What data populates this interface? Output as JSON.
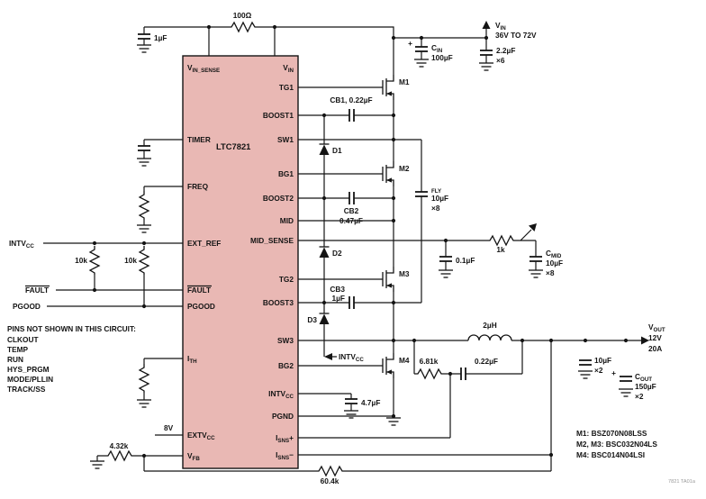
{
  "ic": {
    "name": "LTC7821",
    "left": {
      "vin_sense": {
        "m": "V",
        "s": "IN_SENSE"
      },
      "timer": "TIMER",
      "freq": "FREQ",
      "ext_ref": "EXT_REF",
      "fault": "FAULT",
      "pgood": "PGOOD",
      "ith": {
        "m": "I",
        "s": "TH"
      },
      "extvcc": {
        "m": "EXTV",
        "s": "CC"
      },
      "vfb": {
        "m": "V",
        "s": "FB"
      }
    },
    "right": {
      "vin": {
        "m": "V",
        "s": "IN"
      },
      "tg1": "TG1",
      "boost1": "BOOST1",
      "sw1": "SW1",
      "bg1": "BG1",
      "boost2": "BOOST2",
      "mid": "MID",
      "mid_sense": "MID_SENSE",
      "tg2": "TG2",
      "boost3": "BOOST3",
      "sw3": "SW3",
      "bg2": "BG2",
      "intvcc": {
        "m": "INTV",
        "s": "CC"
      },
      "pgnd": "PGND",
      "isns_p": {
        "m": "I",
        "s": "SNS",
        "t": "+"
      },
      "isns_n": {
        "m": "I",
        "s": "SNS",
        "t": "−"
      }
    }
  },
  "supplies": {
    "vin": {
      "m": "V",
      "s": "IN"
    },
    "vin_range": "36V TO 72V",
    "vout": {
      "m": "V",
      "s": "OUT"
    },
    "vout_volts": "12V",
    "vout_amps": "20A",
    "extvcc_volts": "8V",
    "intvcc_left": {
      "m": "INTV",
      "s": "CC"
    },
    "intvcc_flag": {
      "m": "INTV",
      "s": "CC"
    },
    "pgood": "PGOOD",
    "fault": "FAULT"
  },
  "parts": {
    "r_filter": "100Ω",
    "c_filter": "1µF",
    "cb1": "CB1, 0.22µF",
    "cb2": "CB2",
    "cb2_val": "0.47µF",
    "cb3": "CB3",
    "cb3_val": "1µF",
    "d1": "D1",
    "d2": "D2",
    "d3": "D3",
    "m1": "M1",
    "m2": "M2",
    "m3": "M3",
    "m4": "M4",
    "cin": {
      "m": "C",
      "s": "IN"
    },
    "cin_val": "100µF",
    "cin_plus": "+",
    "cbulk_val": "2.2µF",
    "cbulk_mult": "×6",
    "cfly": {
      "m": "C",
      "s": "FLY"
    },
    "cfly_val": "10µF",
    "cfly_mult": "×8",
    "cmid": {
      "m": "C",
      "s": "MID"
    },
    "cmid_val": "10µF",
    "cmid_mult": "×8",
    "c_ref": "0.1µF",
    "r_ref": "1k",
    "r_pull1": "10k",
    "r_pull2": "10k",
    "l1": "2µH",
    "r_sense": "6.81k",
    "c_sense": "0.22µF",
    "cout_cer_val": "10µF",
    "cout_cer_mult": "×2",
    "cout": {
      "m": "C",
      "s": "OUT"
    },
    "cout_val": "150µF",
    "cout_mult": "×2",
    "cout_plus": "+",
    "c_intvcc": "4.7µF",
    "r_fb_bot": "4.32k",
    "r_fb_top": "60.4k"
  },
  "notes": {
    "not_shown_title": "PINS NOT SHOWN IN THIS CIRCUIT:",
    "not_shown": [
      "CLKOUT",
      "TEMP",
      "RUN",
      "HYS_PRGM",
      "MODE/PLLIN",
      "TRACK/SS"
    ],
    "mosfet_1": "M1: BSZ070N08LSS",
    "mosfet_23": "M2, M3: BSC032N04LS",
    "mosfet_4": "M4: BSC014N04LSI",
    "fig": "7821 TA01a"
  }
}
